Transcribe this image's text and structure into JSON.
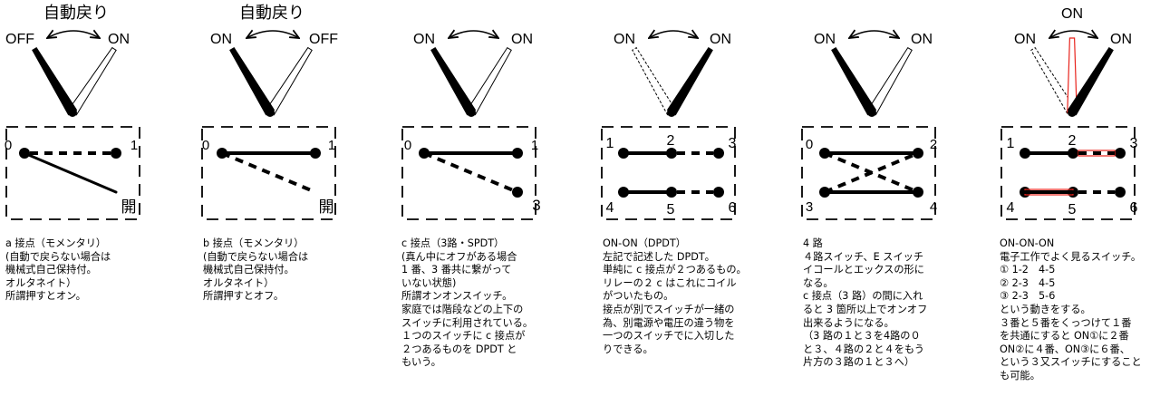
{
  "panels": [
    {
      "title": "自動戻り",
      "top_left": "OFF",
      "top_right": "ON",
      "terminals": [
        "0",
        "1"
      ],
      "extra": "開",
      "desc": [
        "a 接点（モメンタリ）",
        "(自動で戻らない場合は",
        "機械式自己保持付。",
        "オルタネイト）",
        "所謂押すとオン。"
      ]
    },
    {
      "title": "自動戻り",
      "top_left": "ON",
      "top_right": "OFF",
      "terminals": [
        "0",
        "1"
      ],
      "extra": "開",
      "desc": [
        "b 接点（モメンタリ）",
        "(自動で戻らない場合は",
        "機械式自己保持付。",
        "オルタネイト）",
        "所謂押すとオフ。"
      ]
    },
    {
      "top_left": "ON",
      "top_right": "ON",
      "terminals": [
        "0",
        "1",
        "3"
      ],
      "desc": [
        "c 接点（3路・SPDT）",
        "(真ん中にオフがある場合",
        "1 番、3 番共に繋がって",
        "いない状態)",
        "所謂オンオンスイッチ。",
        "家庭では階段などの上下の",
        "スイッチに利用されている。",
        "１つのスイッチに c 接点が",
        "２つあるものを DPDT と",
        "もいう。"
      ]
    },
    {
      "top_left": "ON",
      "top_right": "ON",
      "terminals": [
        "1",
        "2",
        "3",
        "4",
        "5",
        "6"
      ],
      "desc": [
        "ON-ON（DPDT）",
        "左記で記述した DPDT。",
        "単純に c 接点が２つあるもの。",
        "リレーの２ c はこれにコイル",
        "がついたもの。",
        "接点が別でスイッチが一緒の",
        "為、別電源や電圧の違う物を",
        "一つのスイッチでに入切した",
        "りできる。"
      ]
    },
    {
      "top_left": "ON",
      "top_right": "ON",
      "terminals": [
        "0",
        "2",
        "3",
        "4"
      ],
      "desc": [
        "4 路",
        "４路スイッチ、E スイッチ",
        "イコールとエックスの形に",
        "なる。",
        "c 接点（3 路）の間に入れ",
        "ると 3 箇所以上でオンオフ",
        "出来るようになる。",
        "（3 路の１と３を4路の０",
        "と３、４路の２と４をもう",
        "片方の３路の１と３へ）"
      ]
    },
    {
      "top_center": "ON",
      "top_left": "ON",
      "top_right": "ON",
      "terminals": [
        "1",
        "2",
        "3",
        "4",
        "5",
        "6"
      ],
      "desc": [
        "ON-ON-ON",
        "電子工作でよく見るスイッチ。",
        "① 1-2　4-5",
        "② 2-3　4-5",
        "③ 2-3　5-6",
        "という動きをする。",
        "３番と５番をくっつけて１番",
        "を共通にすると ON①に２番",
        "ON②に４番、ON③に６番、",
        "という３又スイッチにすること",
        "も可能。"
      ]
    }
  ],
  "colors": {
    "ink": "#000000",
    "accent": "#e8231c"
  }
}
